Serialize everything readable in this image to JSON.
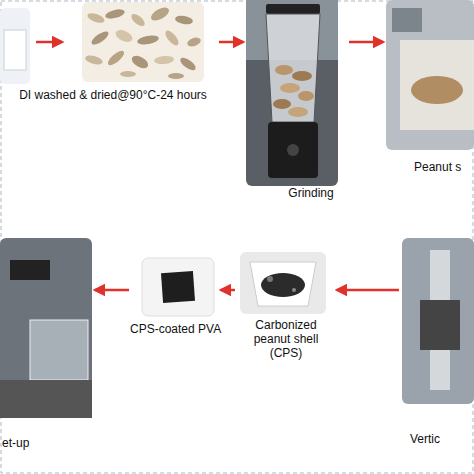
{
  "diagram": {
    "nodes": [
      {
        "text": [
          "DI washed & dried@90°C-24 hours"
        ]
      },
      {
        "text": [
          "Grinding"
        ]
      },
      {
        "text": [
          "Peanut s"
        ]
      },
      {
        "text": [
          "Vertic"
        ]
      },
      {
        "text": [
          "Carbonized peanut shell (CPS)"
        ]
      },
      {
        "text": [
          "CPS-coated PVA"
        ]
      },
      {
        "text": [
          "et-up"
        ]
      }
    ],
    "edges": [
      {
        "from": 0,
        "to": 1,
        "arrow": "to"
      },
      {
        "from": 1,
        "to": 2,
        "arrow": "to"
      },
      {
        "from": 3,
        "to": 4,
        "arrow": "to"
      },
      {
        "from": 4,
        "to": 5,
        "arrow": "to"
      },
      {
        "from": 5,
        "to": 6,
        "arrow": "to"
      }
    ]
  }
}
